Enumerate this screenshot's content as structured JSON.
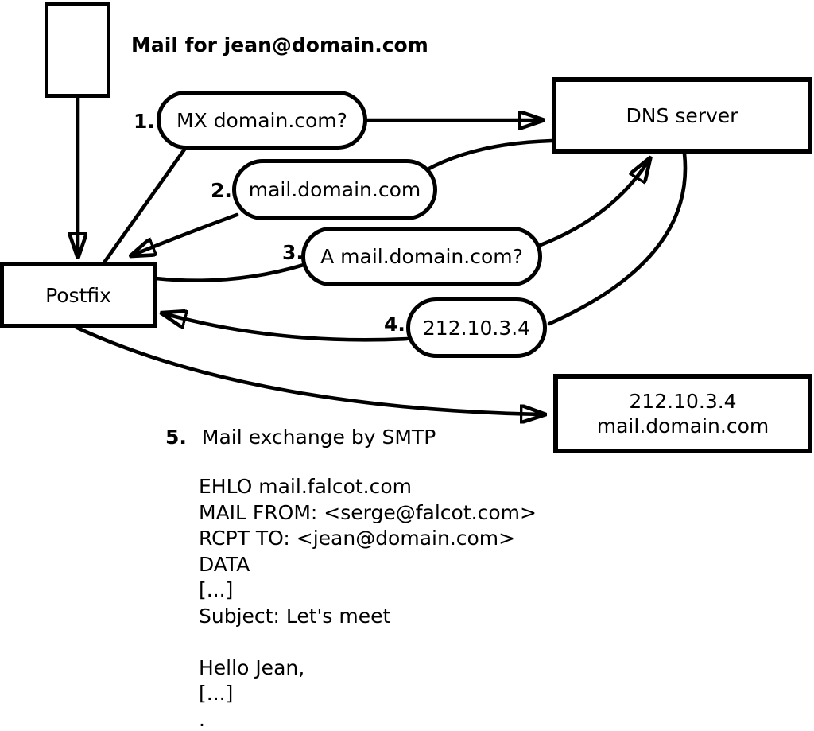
{
  "colors": {
    "background": "#ffffff",
    "ink": "#000000"
  },
  "title_label": "Mail for jean@domain.com",
  "nodes": {
    "postfix": {
      "label": "Postfix"
    },
    "dns_server": {
      "label": "DNS server"
    },
    "mail_server": {
      "line1": "212.10.3.4",
      "line2": "mail.domain.com"
    }
  },
  "steps": [
    {
      "number": "1.",
      "label": "MX domain.com?"
    },
    {
      "number": "2.",
      "label": "mail.domain.com"
    },
    {
      "number": "3.",
      "label": "A mail.domain.com?"
    },
    {
      "number": "4.",
      "label": "212.10.3.4"
    },
    {
      "number": "5.",
      "label": "Mail exchange by SMTP"
    }
  ],
  "smtp_session": {
    "lines": [
      "EHLO mail.falcot.com",
      "MAIL FROM: <serge@falcot.com>",
      "RCPT TO: <jean@domain.com>",
      "DATA",
      "[...]",
      "Subject: Let's meet",
      "",
      "Hello Jean,",
      "[...]",
      "."
    ]
  }
}
